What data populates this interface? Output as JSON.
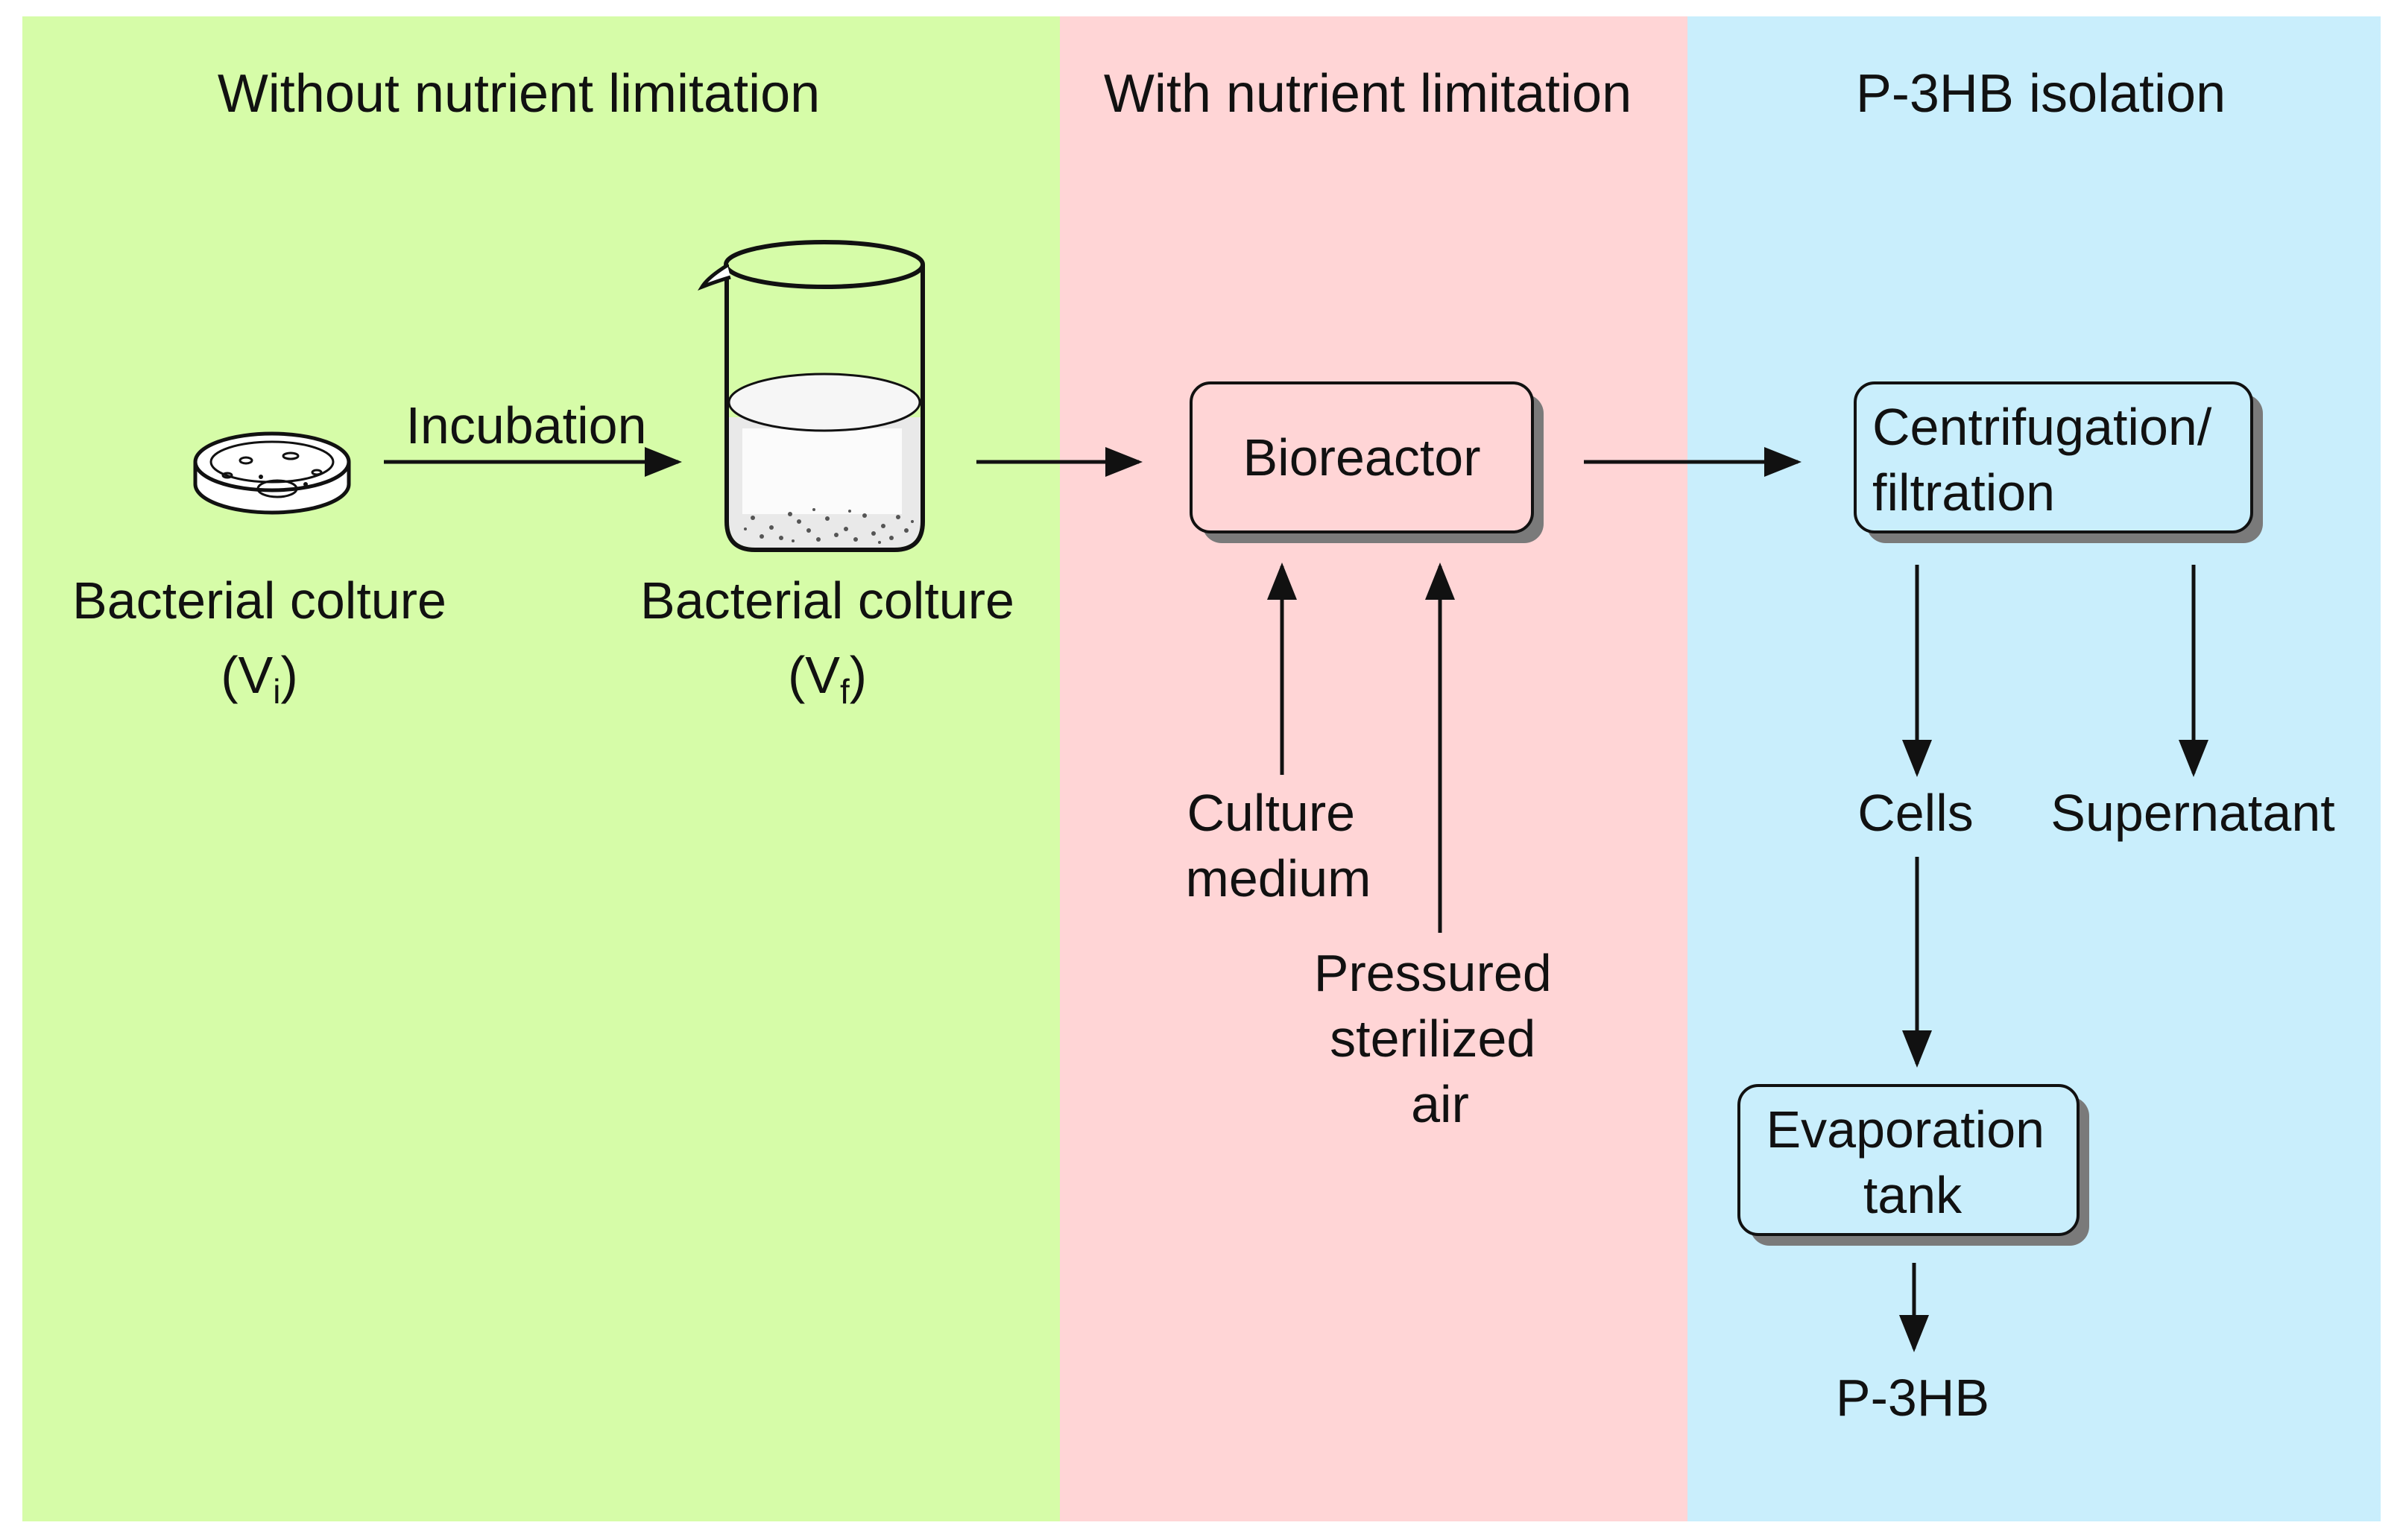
{
  "colors": {
    "panel_left": "#d6fca8",
    "panel_middle": "#ffd5d6",
    "panel_right": "#c9eefc",
    "border": "#ffffff",
    "ink": "#111111",
    "liquid": "#e9e9e9"
  },
  "panels": {
    "left": {
      "title": "Without nutrient limitation"
    },
    "middle": {
      "title": "With nutrient limitation"
    },
    "right": {
      "title": "P-3HB isolation"
    }
  },
  "stage1": {
    "petri": {
      "icon": "petri-dish-icon",
      "label": "Bacterial colture",
      "vol_main": "(V",
      "vol_sub": "i",
      "vol_close": ")"
    },
    "incubation_label": "Incubation",
    "beaker": {
      "icon": "beaker-icon",
      "label": "Bacterial colture",
      "vol_main": "(V",
      "vol_sub": "f",
      "vol_close": ")"
    }
  },
  "stage2": {
    "bioreactor": "Bioreactor",
    "culture_medium": [
      "Culture",
      "medium"
    ],
    "air": [
      "Pressured",
      "sterilized",
      "air"
    ]
  },
  "stage3": {
    "centrifugation": [
      "Centrifugation/",
      "filtration"
    ],
    "cells": "Cells",
    "supernatant": "Supernatant",
    "evaporation": [
      "Evaporation",
      "tank"
    ],
    "product": "P-3HB"
  }
}
